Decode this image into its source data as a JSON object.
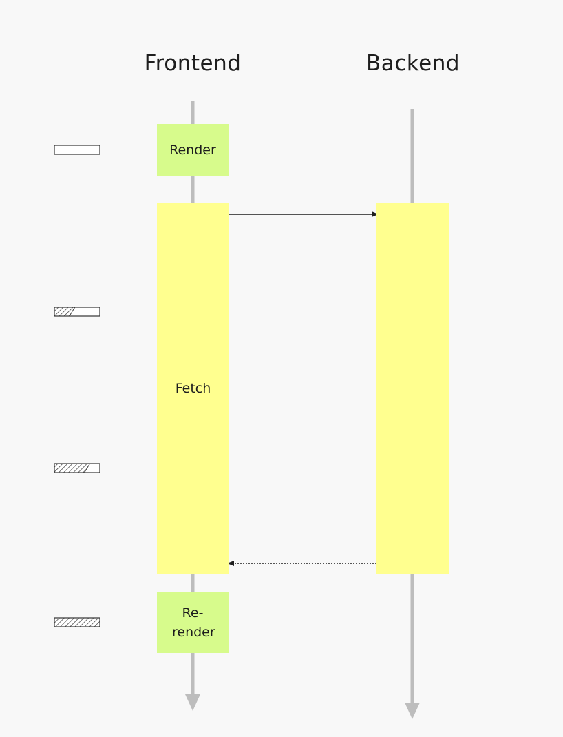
{
  "lanes": {
    "frontend": "Frontend",
    "backend": "Backend"
  },
  "steps": {
    "render": "Render",
    "fetch": "Fetch",
    "rerender": "Re-render"
  },
  "progress_indicators": [
    {
      "fill": 0.0
    },
    {
      "fill": 0.33
    },
    {
      "fill": 0.66
    },
    {
      "fill": 1.0
    }
  ],
  "colors": {
    "background": "#f8f8f8",
    "render_box": "#d7fb8c",
    "fetch_box": "#ffff8f",
    "lifeline": "#bdbdbd",
    "arrow": "#1e1e1e"
  }
}
